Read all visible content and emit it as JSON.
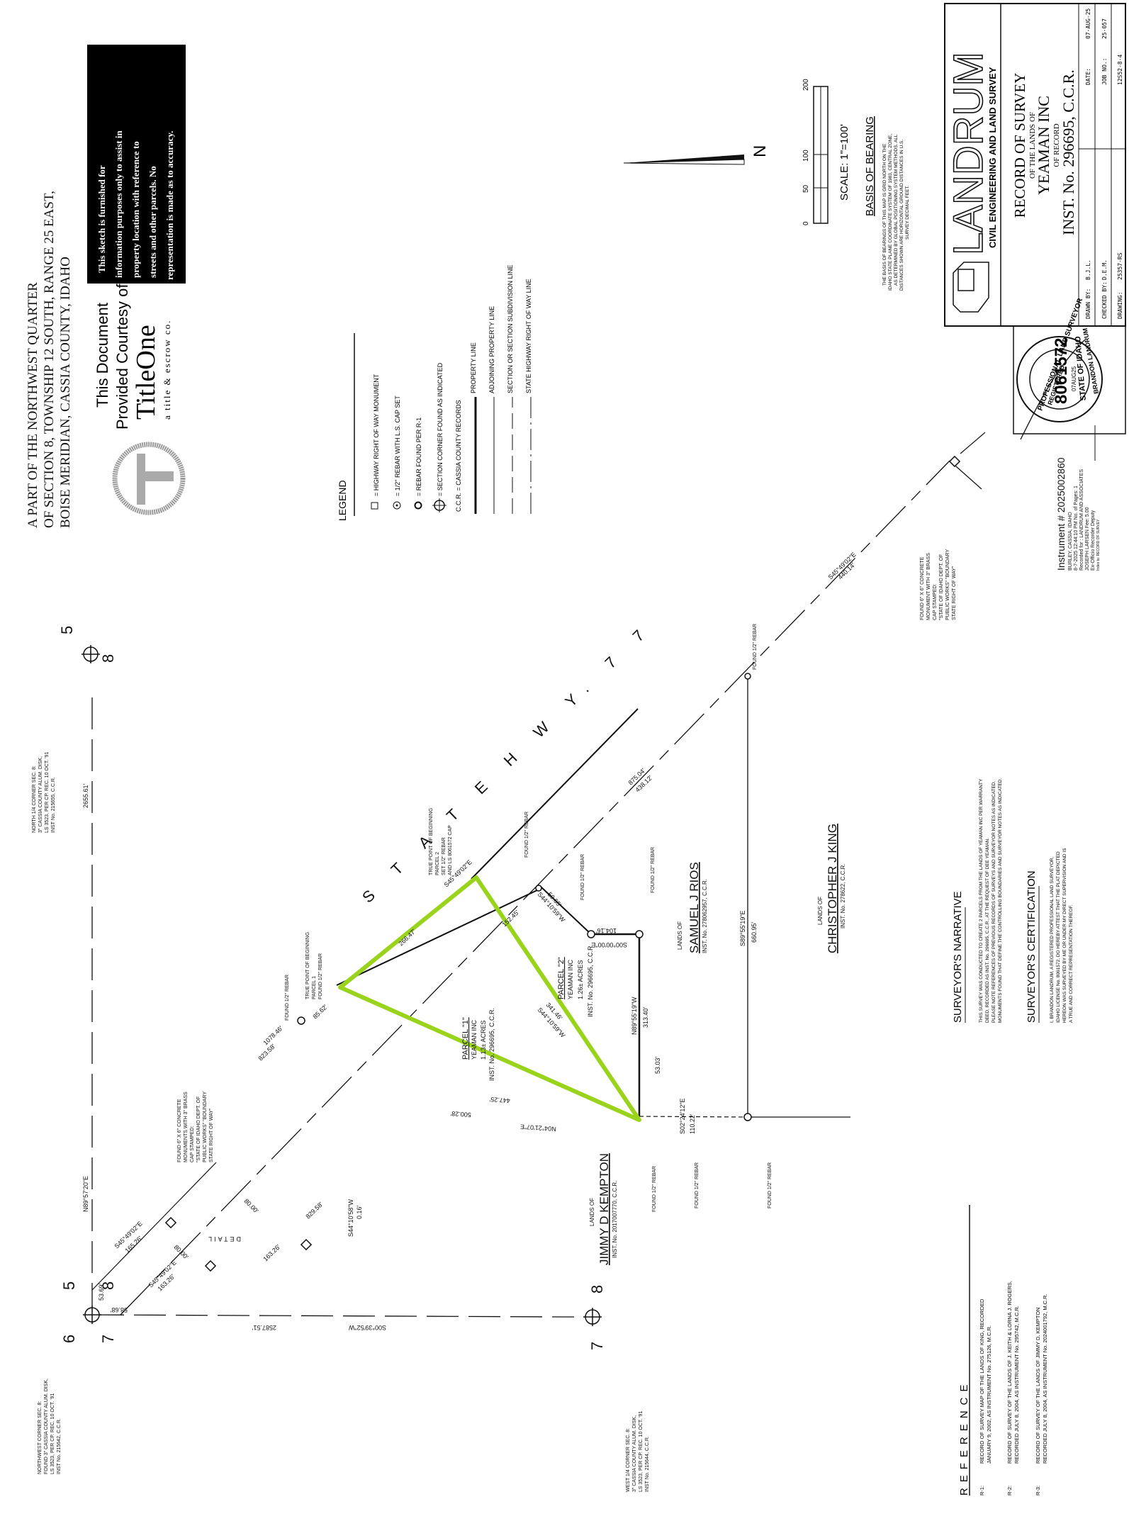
{
  "title": {
    "line1": "A PART OF THE NORTHWEST QUARTER",
    "line2": "OF SECTION 8, TOWNSHIP 12 SOUTH, RANGE 25 EAST,",
    "line3": "BOISE MERIDIAN, CASSIA COUNTY, IDAHO"
  },
  "disclaimer": {
    "lines": [
      "This sketch is furnished for",
      "information purposes only to assist in",
      "property location with reference to",
      "streets and other parcels. No",
      "representation is made as to accuracy."
    ]
  },
  "courtesy": {
    "line1": "This Document",
    "line2": "Provided Courtesy of",
    "brand": "TitleOne",
    "tagline": "a title & escrow co."
  },
  "legend": {
    "heading": "LEGEND",
    "items": [
      {
        "symbol": "square",
        "text": "= HIGHWAY RIGHT OF WAY MONUMENT"
      },
      {
        "symbol": "circle-dot",
        "text": "= 1/2\" REBAR WITH L.S. CAP SET"
      },
      {
        "symbol": "circle",
        "text": "= REBAR FOUND PER R-1"
      },
      {
        "symbol": "crosshair",
        "text": "= SECTION CORNER FOUND AS INDICATED"
      },
      {
        "symbol": "text",
        "text": "C.C.R. = CASSIA COUNTY RECORDS"
      }
    ],
    "lines": [
      {
        "style": "heavy",
        "text": "PROPERTY LINE"
      },
      {
        "style": "solid",
        "text": "ADJOINING PROPERTY LINE"
      },
      {
        "style": "dashed",
        "text": "SECTION OR SECTION SUBDIVISION LINE"
      },
      {
        "style": "dash-dot",
        "text": "STATE HIGHWAY RIGHT OF WAY LINE"
      }
    ]
  },
  "scale": {
    "ticks": [
      "0",
      "50",
      "100",
      "200"
    ],
    "label": "SCALE: 1\"=100'"
  },
  "north_arrow": {
    "label": "N"
  },
  "basis_of_bearing": {
    "heading": "BASIS OF BEARING",
    "lines": [
      "THE BASIS OF BEARINGS OF THIS MAP IS GRID NORTH ON THE",
      "IDAHO STATE PLANE COORDINATE SYSTEM OF 1983, CENTRAL ZONE,",
      "AS DETERMINED BY GLOBAL POSITIONING SYSTEM METHODS. ALL",
      "DISTANCES SHOWN ARE HORIZONTAL GROUND DISTANCES IN U.S.",
      "SURVEY DECIMAL FEET."
    ]
  },
  "title_block": {
    "company": "LANDRUM",
    "subtitle": "CIVIL ENGINEERING AND LAND SURVEY",
    "record": "RECORD OF SURVEY",
    "of_lands": "OF THE LANDS OF",
    "owner": "YEAMAN INC",
    "of_record": "OF RECORD",
    "inst": "INST. No. 296695, C.C.R.",
    "drawn_by_label": "DRAWN BY:",
    "drawn_by": "B.J.L.",
    "checked_by_label": "CHECKED BY:",
    "checked_by": "D.E.M.",
    "drawing_label": "DRAWING:",
    "drawing": "25357-RS",
    "date_label": "DATE:",
    "date": "07-AUG-25",
    "job_label": "JOB NO.:",
    "job": "25-057",
    "sheet": "12S52-8-4"
  },
  "seal": {
    "ring_top": "PROFESSIONAL LAND SURVEYOR",
    "registered": "REGISTERED",
    "number": "8061572",
    "date": "07AUG25",
    "state": "STATE OF IDAHO",
    "name": "BRANDON LANDRUM"
  },
  "recording": {
    "instrument": "Instrument # 2025002860",
    "line1": "BURLEY, CASSIA, IDAHO",
    "line2": "8-7-2025     12:44:10 PM   No. of Pages: 1",
    "line3": "Recorded for : LANDRUM AND ASSOCIATES",
    "line4": "JOSEPH LARSEN              Fee: 5.00",
    "line5": "Ex-Officio Recorder Deputy",
    "line6": "Index to: RECORD OF SURVEY"
  },
  "narrative": {
    "heading": "SURVEYOR'S NARRATIVE",
    "lines": [
      "THIS SURVEY WAS CONDUCTED TO CREATE 2 PARCELS FROM THE LANDS OF YEAMAN INC PER WARRANTY",
      "DEED, RECORDED AS INST. No. 296695, C.C.R., AT THE REQUEST OF DEE YEAMAN.",
      "PLEASE NOTE REFERENCES OF PREVIOUS RECORDS OF SURVEYS AND SURVEYOR NOTES AS INDICATED.",
      "MONUMENTS FOUND THAT DEFINE THE CONTROLLING BOUNDARIES AND SURVEYOR NOTES AS INDICATED."
    ]
  },
  "certification": {
    "heading": "SURVEYOR'S CERTIFICATION",
    "lines": [
      "I, BRANDON LANDRUM, A REGISTERED PROFESSIONAL LAND SURVEYOR,",
      "IDAHO LICENSE No. 8061572, DO HEREBY ATTEST THAT THE PLAT DEPICTED",
      "HEREON WAS SURVEYED BY ME OR UNDER MY DIRECT SUPERVISION AND IS",
      "A TRUE AND CORRECT REPRESENTATION THEREOF."
    ]
  },
  "reference": {
    "heading": "REFERENCE",
    "items": [
      {
        "id": "R-1:",
        "line1": "RECORD OF SURVEY MAP OF THE LANDS OF KING, RECORDED",
        "line2": "JANUARY 9, 2002, AS INSTRUMENT No. 275126, M.C.R."
      },
      {
        "id": "R-2:",
        "line1": "RECORD OF SURVEY OF THE LANDS OF J. KEITH & LORNA J. ROGERS,",
        "line2": "RECORDED JULY 8, 2004, AS INSTRUMENT No. 295742, M.C.R."
      },
      {
        "id": "R-3:",
        "line1": "RECORD OF SURVEY OF THE LANDS OF JIMMY D. KEMPTON",
        "line2": "RECORDED JULY 8, 2004, AS INSTRUMENT No. 2024001792, M.C.R."
      }
    ]
  },
  "drawing": {
    "highway": "S T A T E   H W Y.   7 7",
    "parcel1": {
      "name": "PARCEL \"1\"",
      "owner": "YEAMAN INC",
      "area": "1.13± ACRES",
      "inst": "INST. No. 296695, C.C.R."
    },
    "parcel2": {
      "name": "PARCEL \"2\"",
      "owner": "YEAMAN INC",
      "area": "1.26± ACRES",
      "inst": "INST. No. 296695, C.C.R."
    },
    "adjoiners": [
      {
        "lands_of": "LANDS OF",
        "name": "SAMUEL J RIOS",
        "inst": "INST. No. 278062957, C.C.R."
      },
      {
        "lands_of": "LANDS OF",
        "name": "CHRISTOPHER J KING",
        "inst": "INST. No. 278622, C.C.R."
      },
      {
        "lands_of": "LANDS OF",
        "name": "JIMMY D KEMPTON",
        "inst": "INST. No. 2017007770, C.C.R."
      }
    ],
    "bearings": {
      "hwy_main": "S45°49'02\"E",
      "p1_hwy": "266.47'",
      "p1_diag": "S44°10'59\"W",
      "p1_diag_len": "341.46'",
      "p1_south": "N04°21'07\"E",
      "p1_south_len1": "447.25'",
      "p1_south_len2": "500.28'",
      "p2_hwy": "152.45'",
      "p2_short": "S44°10'59\"W",
      "p2_short_len": "50.65'",
      "p2_top": "S00°00'00\"E",
      "p2_top_len": "104.16'",
      "p2_east": "N89°55'19\"W",
      "p2_east_len": "313.40'",
      "corner_53": "53.03'",
      "south_ext": "S02°24'12\"E",
      "south_ext_len": "110.22'",
      "king_line": "S89°55'19\"E",
      "king_line_len": "660.95'",
      "hwy_875": "875.04'",
      "hwy_438": "438.12'",
      "hwy_ne": "S45°49'02\"E",
      "hwy_ne_len": "440.14'",
      "hwy_sw_1078": "1078.46'",
      "hwy_sw_823": "823.58'",
      "hwy_85": "85.62'",
      "nw_a": "S45°49'02\"E",
      "nw_a_len": "165.26'",
      "nw_b": "S45°49'02\"E",
      "nw_b_len": "163.26'",
      "detail_len1": "163.26'",
      "detail_len2": "829.58'",
      "detail_off": "S44°10'58\"W",
      "detail_off_len": "0.16'",
      "w_80": "80.00'",
      "nw_5369": "53.69'",
      "nw_5868": "58.68'",
      "north_line": "N89°57'20\"E",
      "north_len": "2655.61'",
      "west_line": "S00°39'52\"W",
      "west_len": "2587.51'",
      "detail_label": "DETAIL"
    },
    "notes": {
      "tpob2": [
        "TRUE POINT OF BEGINNING",
        "PARCEL 2",
        "SET 1/2\" REBAR",
        "AND LS 8061572 CAP"
      ],
      "tpob1": [
        "TRUE POINT OF BEGINNING",
        "PARCEL 1",
        "FOUND 1/2\" REBAR"
      ],
      "found_rebar": "FOUND 1/2\" REBAR",
      "concrete_sw": [
        "FOUND 6\" X 6\" CONCRETE",
        "MONUMENTS WITH 3\" BRASS",
        "CAP STAMPED:",
        "\"STATE OF IDAHO DEPT. OF",
        "PUBLIC WORKS\" \"BOUNDARY",
        "STATE RIGHT OF WAY\""
      ],
      "concrete_ne": [
        "FOUND 6\" X 6\" CONCRETE",
        "MONUMENT WITH 3\" BRASS",
        "CAP STAMPED:",
        "\"STATE OF IDAHO DEPT. OF",
        "PUBLIC WORKS\" \"BOUNDARY",
        "STATE RIGHT OF WAY\""
      ],
      "nw_corner": [
        "NORTHWEST CORNER SEC. 8:",
        "FOUND 3\" CASSIA COUNTY ALUM. DISK,",
        "LS 3523, PER CP. REC. 10 OCT. '91",
        "INST No. 215642, C.C.R."
      ],
      "n_quarter": [
        "NORTH 1/4 CORNER SEC. 8:",
        "3\" CASSIA COUNTY ALUM. DISK,",
        "LS 3523, PER CP. REC. 10 OCT. '91",
        "INST No. 215655, C.C.R."
      ],
      "w_quarter": [
        "WEST 1/4 CORNER SEC. 8:",
        "3\" CASSIA COUNTY ALUM. DISK,",
        "LS 3523, PER CP. REC. 10 OCT. '91",
        "INST No. 215644, C.C.R."
      ]
    },
    "section_numbers": {
      "a": "5",
      "b": "8",
      "c": "6",
      "d": "7"
    },
    "highlight_color": "#9ad31c"
  }
}
